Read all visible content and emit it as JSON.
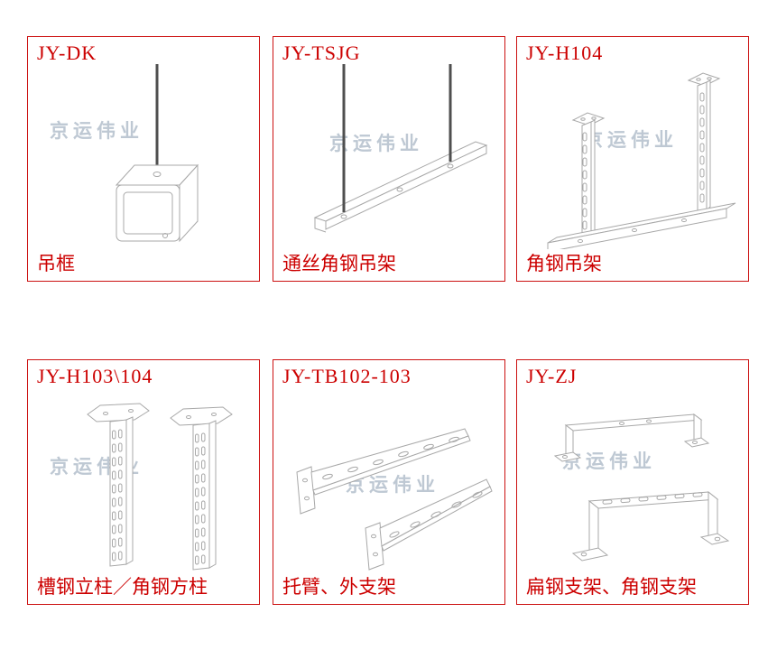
{
  "page": {
    "watermark": "京运伟业",
    "colors": {
      "accent": "#cc1111",
      "label": "#cc0000",
      "drawing": "#a8a8a8",
      "rod": "#4f4f4f",
      "watermark": "#b7c3cf"
    },
    "panels": [
      {
        "code": "JY-DK",
        "name": "吊框"
      },
      {
        "code": "JY-TSJG",
        "name": "通丝角钢吊架"
      },
      {
        "code": "JY-H104",
        "name": "角钢吊架"
      },
      {
        "code": "JY-H103\\104",
        "name": "槽钢立柱／角钢方柱"
      },
      {
        "code": "JY-TB102-103",
        "name": "托臂、外支架"
      },
      {
        "code": "JY-ZJ",
        "name": "扁钢支架、角钢支架"
      }
    ]
  }
}
